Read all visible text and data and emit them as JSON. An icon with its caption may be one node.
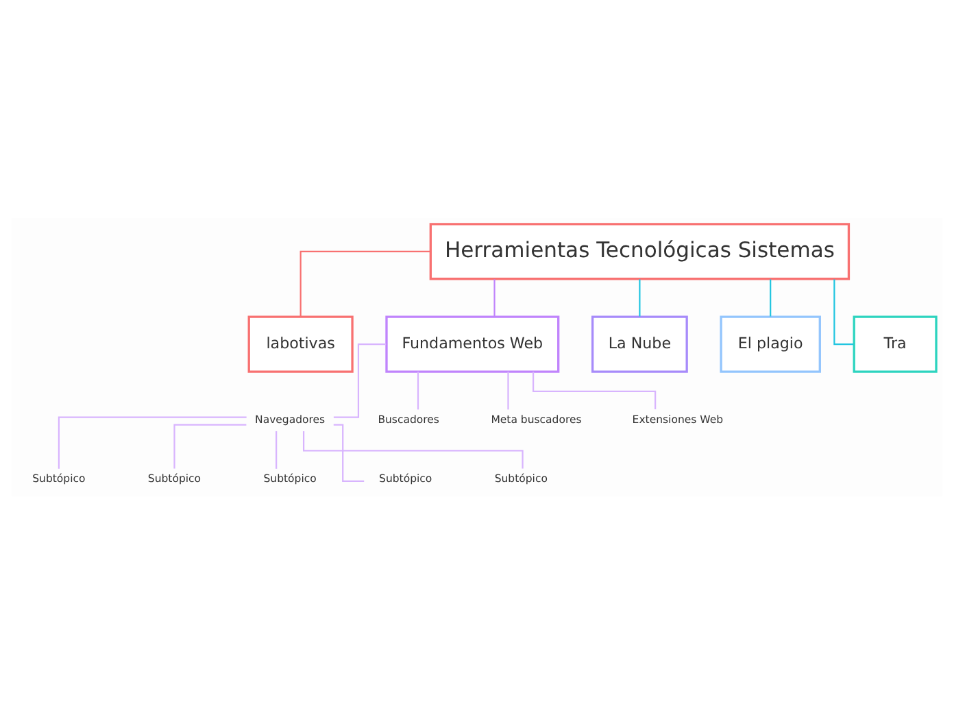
{
  "diagram": {
    "nodes": [
      {
        "text": [
          "Herramientas Tecnológicas Sistemas"
        ]
      },
      {
        "text": [
          "labotivas"
        ]
      },
      {
        "text": [
          "Fundamentos Web"
        ]
      },
      {
        "text": [
          "La Nube"
        ]
      },
      {
        "text": [
          "El plagio"
        ]
      },
      {
        "text": [
          "Tra"
        ]
      },
      {
        "text": [
          "Navegadores"
        ]
      },
      {
        "text": [
          "Buscadores"
        ]
      },
      {
        "text": [
          "Meta buscadores"
        ]
      },
      {
        "text": [
          "Extensiones Web"
        ]
      },
      {
        "text": [
          "Subtópico"
        ]
      },
      {
        "text": [
          "Subtópico"
        ]
      },
      {
        "text": [
          "Subtópico"
        ]
      },
      {
        "text": [
          "Subtópico"
        ]
      },
      {
        "text": [
          "Subtópico"
        ]
      }
    ],
    "edges": [
      {
        "from": 0,
        "to": 1,
        "arrow": "none",
        "color": "#f87171"
      },
      {
        "from": 0,
        "to": 2,
        "arrow": "none",
        "color": "#c084fc"
      },
      {
        "from": 0,
        "to": 3,
        "arrow": "none",
        "color": "#22c5e0"
      },
      {
        "from": 0,
        "to": 4,
        "arrow": "none",
        "color": "#22c5e0"
      },
      {
        "from": 0,
        "to": 5,
        "arrow": "none",
        "color": "#22c5e0"
      },
      {
        "from": 2,
        "to": 6,
        "arrow": "none"
      },
      {
        "from": 2,
        "to": 7,
        "arrow": "none"
      },
      {
        "from": 2,
        "to": 8,
        "arrow": "none"
      },
      {
        "from": 2,
        "to": 9,
        "arrow": "none"
      },
      {
        "from": 6,
        "to": 10,
        "arrow": "none"
      },
      {
        "from": 6,
        "to": 11,
        "arrow": "none"
      },
      {
        "from": 6,
        "to": 12,
        "arrow": "none"
      },
      {
        "from": 6,
        "to": 13,
        "arrow": "none"
      },
      {
        "from": 6,
        "to": 14,
        "arrow": "none"
      }
    ]
  }
}
